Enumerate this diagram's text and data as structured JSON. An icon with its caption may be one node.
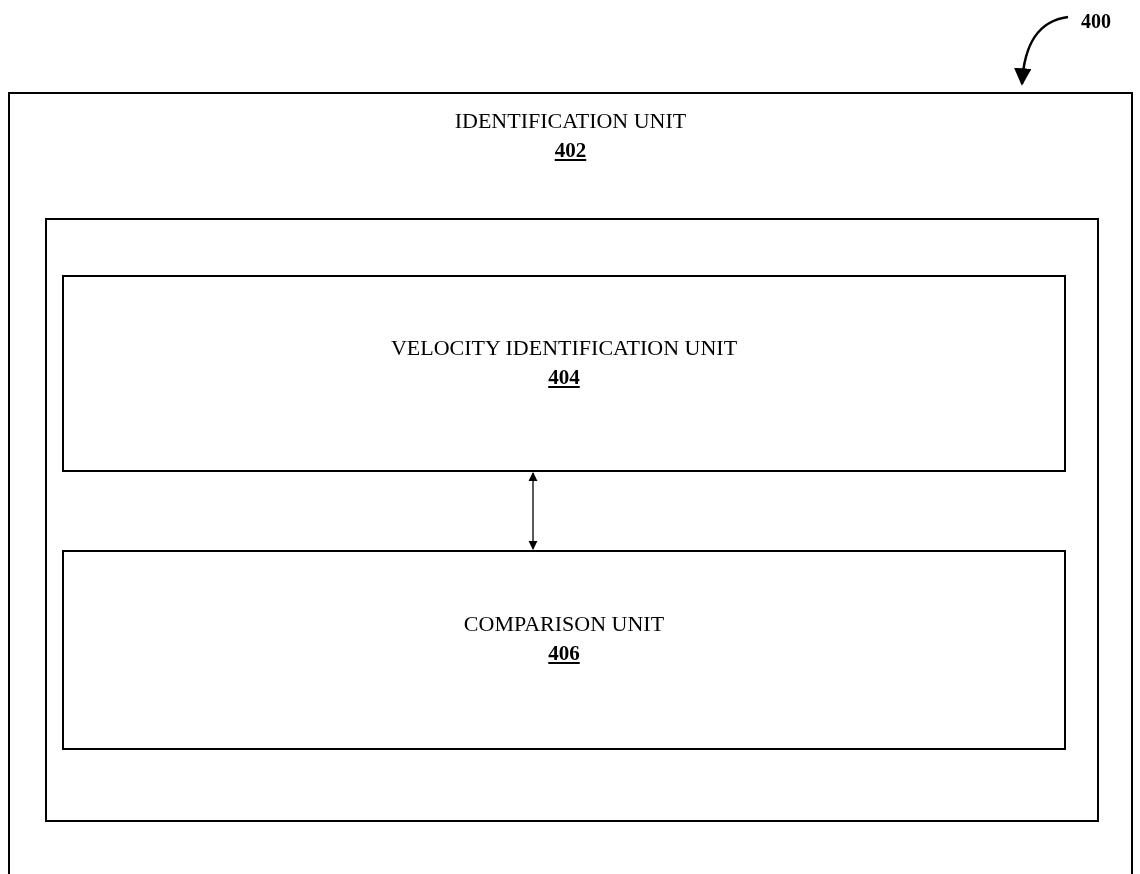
{
  "diagram": {
    "nodes": [
      {
        "text": [
          "IDENTIFICATION UNIT",
          "402"
        ]
      },
      {
        "text": [],
        "shape": "box",
        "in": 0
      },
      {
        "text": [
          "VELOCITY IDENTIFICATION UNIT",
          "404"
        ],
        "in": 1
      },
      {
        "text": [
          "COMPARISON UNIT",
          "406"
        ],
        "in": 1
      },
      {
        "text": [
          "400"
        ]
      }
    ],
    "edges": [
      {
        "from": 2,
        "to": 3,
        "arrow": "both"
      },
      {
        "from": 4,
        "to": 0,
        "arrow": "to"
      }
    ]
  }
}
